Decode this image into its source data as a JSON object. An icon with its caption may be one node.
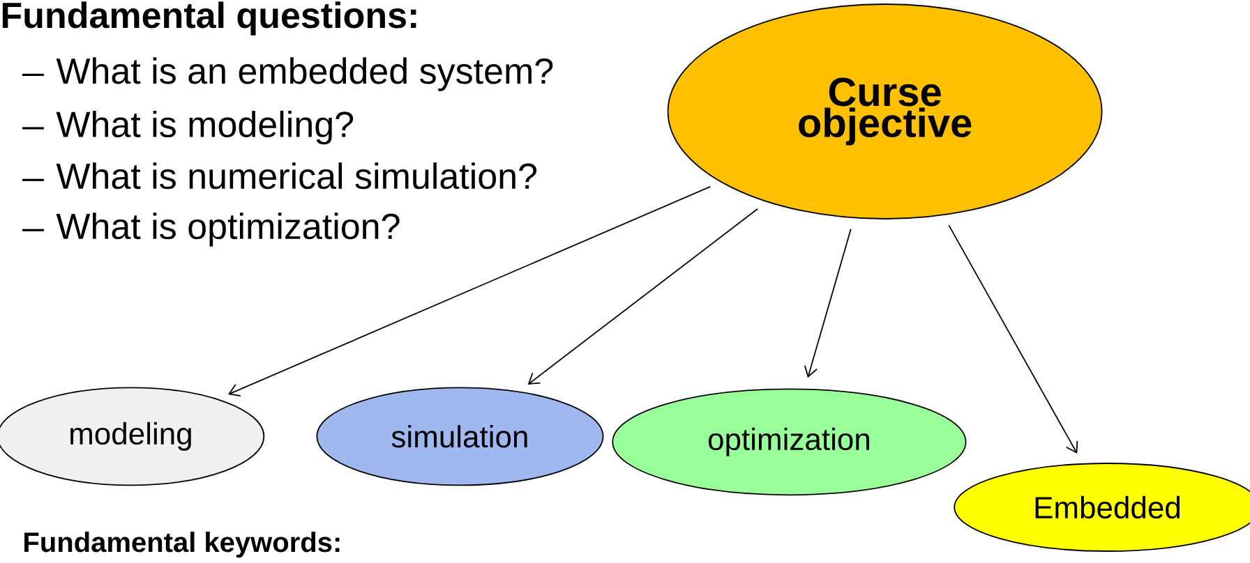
{
  "diagram": {
    "title": "Fundamental questions:",
    "nodes": [
      {
        "text": [
          "Curse objective"
        ]
      },
      {
        "text": [
          "modeling"
        ]
      },
      {
        "text": [
          "simulation"
        ]
      },
      {
        "text": [
          "optimization"
        ]
      },
      {
        "text": [
          "Embedded"
        ]
      }
    ],
    "edges": [
      {
        "from": 0,
        "to": 1,
        "arrow": "to"
      },
      {
        "from": 0,
        "to": 2,
        "arrow": "to"
      },
      {
        "from": 0,
        "to": 3,
        "arrow": "to"
      },
      {
        "from": 0,
        "to": 4,
        "arrow": "to"
      }
    ],
    "labels": [
      "What is an embedded system?",
      "What is modeling?",
      "What is numerical simulation?",
      "What is optimization?",
      "Fundamental keywords:"
    ]
  }
}
